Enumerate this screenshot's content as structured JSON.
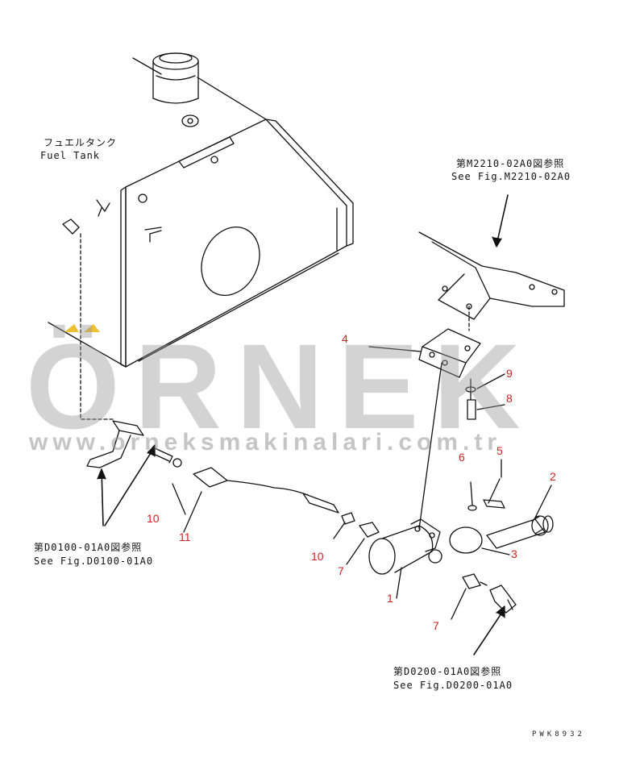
{
  "watermark": {
    "brand": "ÖRNEK",
    "url": "www.orneksmakinalari.com.tr"
  },
  "labels": {
    "fuel_tank_jp": "フュエルタンク",
    "fuel_tank_en": "Fuel Tank",
    "ref_m2210_jp": "第M2210-02A0図参照",
    "ref_m2210_en": "See Fig.M2210-02A0",
    "ref_d0100_jp": "第D0100-01A0図参照",
    "ref_d0100_en": "See Fig.D0100-01A0",
    "ref_d0200_jp": "第D0200-01A0図参照",
    "ref_d0200_en": "See Fig.D0200-01A0",
    "drawing_code": "PWK8932"
  },
  "part_numbers": {
    "p1": "1",
    "p2": "2",
    "p3": "3",
    "p4": "4",
    "p5": "5",
    "p6": "6",
    "p7a": "7",
    "p7b": "7",
    "p8": "8",
    "p9": "9",
    "p10a": "10",
    "p10b": "10",
    "p11": "11"
  },
  "colors": {
    "callout": "#d21f1f",
    "line": "#111111",
    "watermark": "#969696",
    "watermark_accent": "#e8b000"
  }
}
